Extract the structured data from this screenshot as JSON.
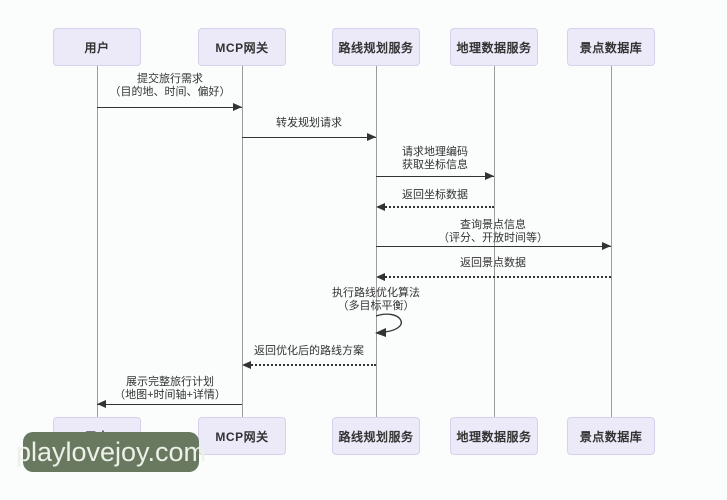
{
  "diagram": {
    "type": "sequence-diagram",
    "participants": [
      {
        "id": "user",
        "name": "用户"
      },
      {
        "id": "mcp",
        "name": "MCP网关"
      },
      {
        "id": "route",
        "name": "路线规划服务"
      },
      {
        "id": "geo",
        "name": "地理数据服务"
      },
      {
        "id": "poi",
        "name": "景点数据库"
      }
    ],
    "messages": [
      {
        "from": "用户",
        "to": "MCP网关",
        "style": "solid",
        "lines": [
          "提交旅行需求",
          "（目的地、时间、偏好）"
        ]
      },
      {
        "from": "MCP网关",
        "to": "路线规划服务",
        "style": "solid",
        "lines": [
          "转发规划请求"
        ]
      },
      {
        "from": "路线规划服务",
        "to": "地理数据服务",
        "style": "solid",
        "lines": [
          "请求地理编码",
          "获取坐标信息"
        ]
      },
      {
        "from": "地理数据服务",
        "to": "路线规划服务",
        "style": "dashed",
        "lines": [
          "返回坐标数据"
        ]
      },
      {
        "from": "路线规划服务",
        "to": "景点数据库",
        "style": "solid",
        "lines": [
          "查询景点信息",
          "（评分、开放时间等）"
        ]
      },
      {
        "from": "景点数据库",
        "to": "路线规划服务",
        "style": "dashed",
        "lines": [
          "返回景点数据"
        ]
      },
      {
        "from": "路线规划服务",
        "to": "路线规划服务",
        "style": "self",
        "lines": [
          "执行路线优化算法",
          "（多目标平衡）"
        ]
      },
      {
        "from": "路线规划服务",
        "to": "MCP网关",
        "style": "dashed",
        "lines": [
          "返回优化后的路线方案"
        ]
      },
      {
        "from": "MCP网关",
        "to": "用户",
        "style": "solid",
        "lines": [
          "展示完整旅行计划",
          "（地图+时间轴+详情）"
        ]
      }
    ],
    "colors": {
      "background": "#fbfcfc",
      "box_fill": "#eceaf8",
      "box_border": "#d6d1ec",
      "line": "#333333",
      "lifeline": "#9c9c9c"
    }
  },
  "watermark": {
    "text": "playlovejoy.com",
    "bg": "#68795f",
    "fg": "#edf1ea"
  }
}
